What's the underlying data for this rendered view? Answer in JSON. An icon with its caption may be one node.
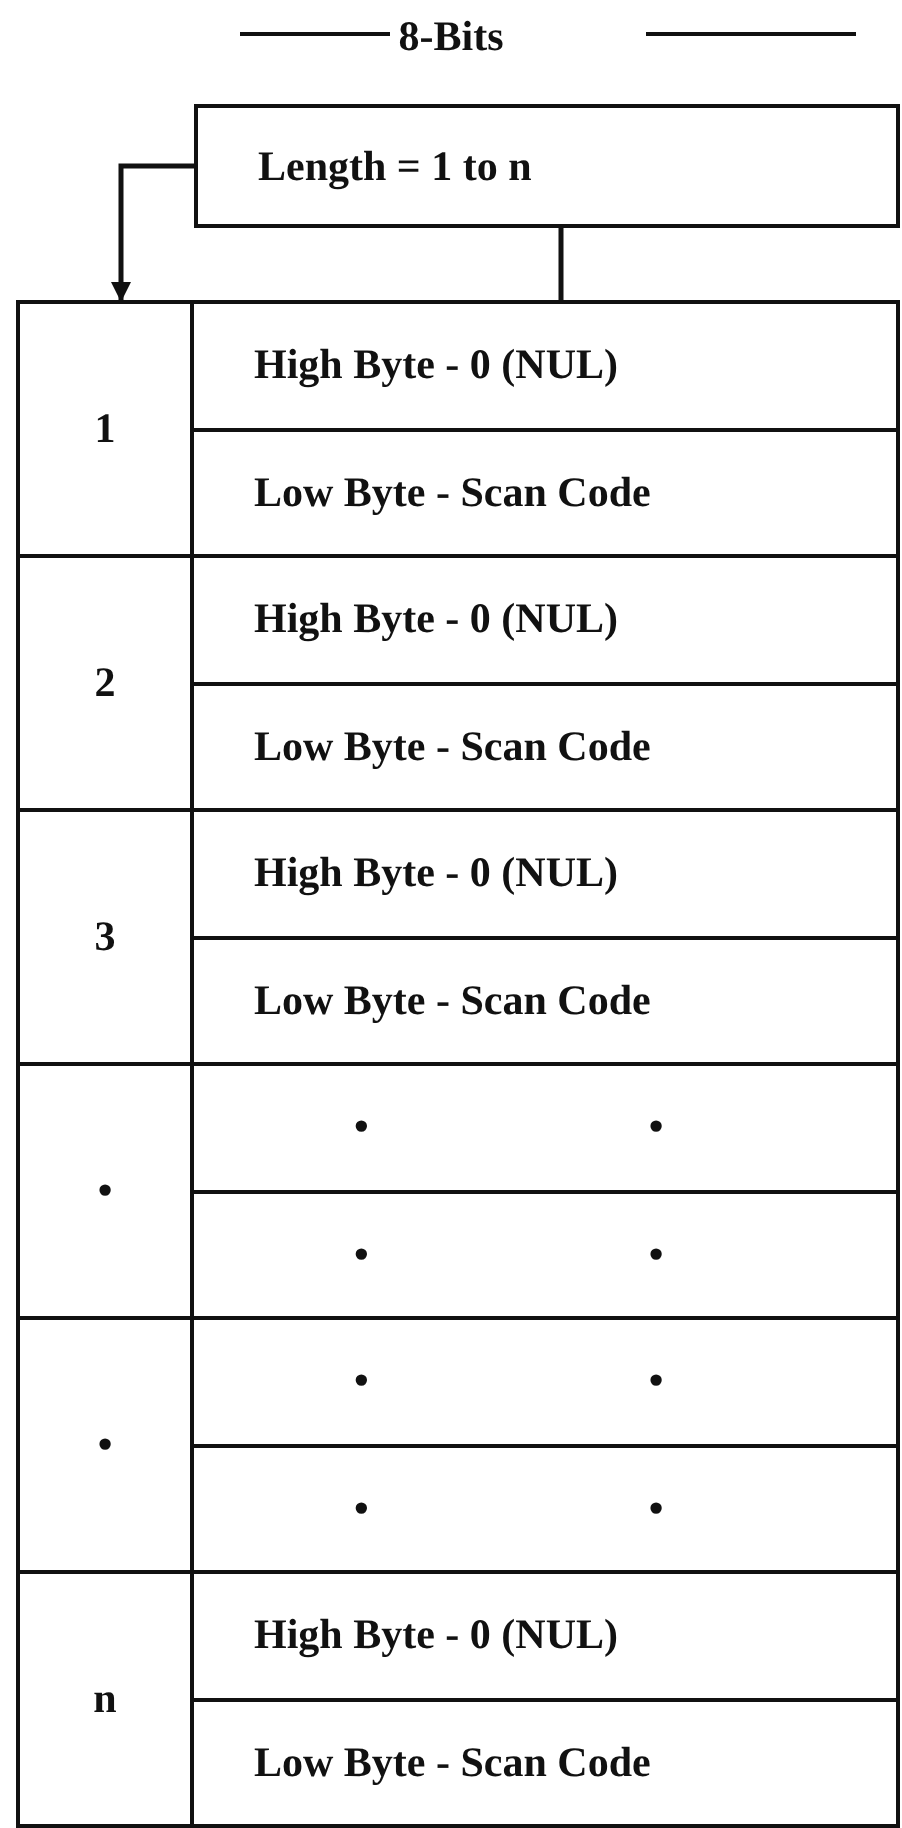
{
  "diagram": {
    "nodes": [
      {
        "text": [
          "Length = 1 to n"
        ]
      },
      {
        "text": [
          "1"
        ]
      },
      {
        "text": [
          "High Byte - 0 (NUL)"
        ]
      },
      {
        "text": [
          "Low Byte - Scan Code"
        ]
      },
      {
        "text": [
          "2"
        ]
      },
      {
        "text": [
          "High Byte - 0 (NUL)"
        ]
      },
      {
        "text": [
          "Low Byte - Scan Code"
        ]
      },
      {
        "text": [
          "3"
        ]
      },
      {
        "text": [
          "High Byte - 0 (NUL)"
        ]
      },
      {
        "text": [
          "Low Byte - Scan Code"
        ]
      },
      {
        "text": [
          "•"
        ]
      },
      {
        "text": [
          "•",
          "•"
        ]
      },
      {
        "text": [
          "•",
          "•"
        ]
      },
      {
        "text": [
          "•"
        ]
      },
      {
        "text": [
          "•",
          "•"
        ]
      },
      {
        "text": [
          "•",
          "•"
        ]
      },
      {
        "text": [
          "n"
        ]
      },
      {
        "text": [
          "High Byte - 0 (NUL)"
        ]
      },
      {
        "text": [
          "Low Byte - Scan Code"
        ]
      }
    ],
    "edges": [
      {
        "from": 0,
        "to": 1,
        "arrow": "to"
      },
      {
        "from": 0,
        "to": 2,
        "arrow": "none"
      }
    ],
    "labels": [
      "8-Bits"
    ]
  }
}
